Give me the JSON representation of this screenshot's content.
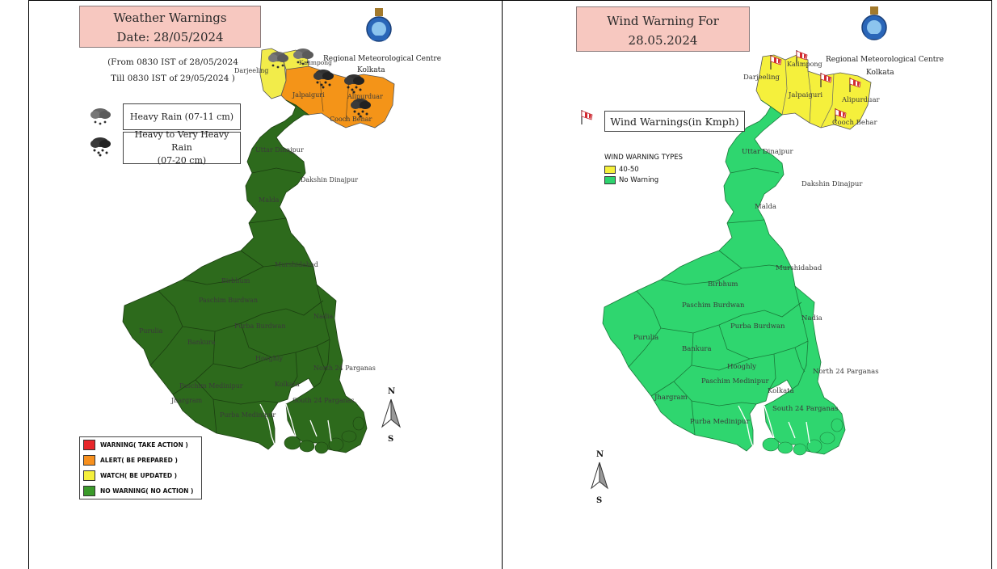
{
  "left_panel": {
    "title_line1": "Weather Warnings",
    "title_line2": "Date: 28/05/2024",
    "validity_line1": "(From 0830 IST of 28/05/2024",
    "validity_line2": "Till 0830 IST of 29/05/2024 )",
    "org_name": "Regional Meteorological Centre",
    "org_city": "Kolkata",
    "legend": {
      "heavy_rain": "Heavy Rain (07-11 cm)",
      "very_heavy_line1": "Heavy to Very Heavy Rain",
      "very_heavy_line2": "(07-20 cm)"
    },
    "categories": [
      {
        "label": "WARNING( TAKE ACTION )",
        "color": "#e8262a"
      },
      {
        "label": "ALERT( BE PREPARED )",
        "color": "#f7901e"
      },
      {
        "label": "WATCH( BE UPDATED )",
        "color": "#f5f03c"
      },
      {
        "label": "NO WARNING( NO ACTION )",
        "color": "#3a9a2a"
      }
    ],
    "north_n": "N",
    "north_s": "S",
    "districts": {
      "darjeeling": "Darjeeling",
      "kalimpong": "Kalimpong",
      "jalpaiguri": "Jalpaiguri",
      "alipurduar": "Alipurduar",
      "coochbehar": "Cooch Behar",
      "uttar": "Uttar Dinajpur",
      "dakshin": "Dakshin Dinajpur",
      "malda": "Malda",
      "murshidabad": "Murshidabad",
      "birbhum": "Birbhum",
      "paschim_burdwan": "Paschim Burdwan",
      "purba_burdwan": "Purba Burdwan",
      "nadia": "Nadia",
      "purulia": "Purulia",
      "bankura": "Bankura",
      "hooghly": "Hooghly",
      "n24": "North 24 Parganas",
      "paschim_medinipur": "Paschim Medinipur",
      "jhargram": "Jhargram",
      "kolkata": "Kolkata",
      "s24": "South 24 Parganas",
      "purba_medinipur": "Purba Medinipur"
    },
    "colors": {
      "plains": "#2d6a1c",
      "north_yellow": "#f2ec4a",
      "north_orange": "#f49418"
    }
  },
  "right_panel": {
    "title_line1": "Wind Warning For",
    "title_line2": "28.05.2024",
    "org_name": "Regional Meteorological Centre",
    "org_city": "Kolkata",
    "wind_label": "Wind Warnings(in Kmph)",
    "types_title": "WIND WARNING TYPES",
    "types": [
      {
        "label": "40-50",
        "color": "#f5f03c"
      },
      {
        "label": "No Warning",
        "color": "#2ed36e"
      }
    ],
    "north_n": "N",
    "north_s": "S",
    "colors": {
      "plains": "#2fd66f",
      "north_yellow": "#f5f03c"
    }
  }
}
